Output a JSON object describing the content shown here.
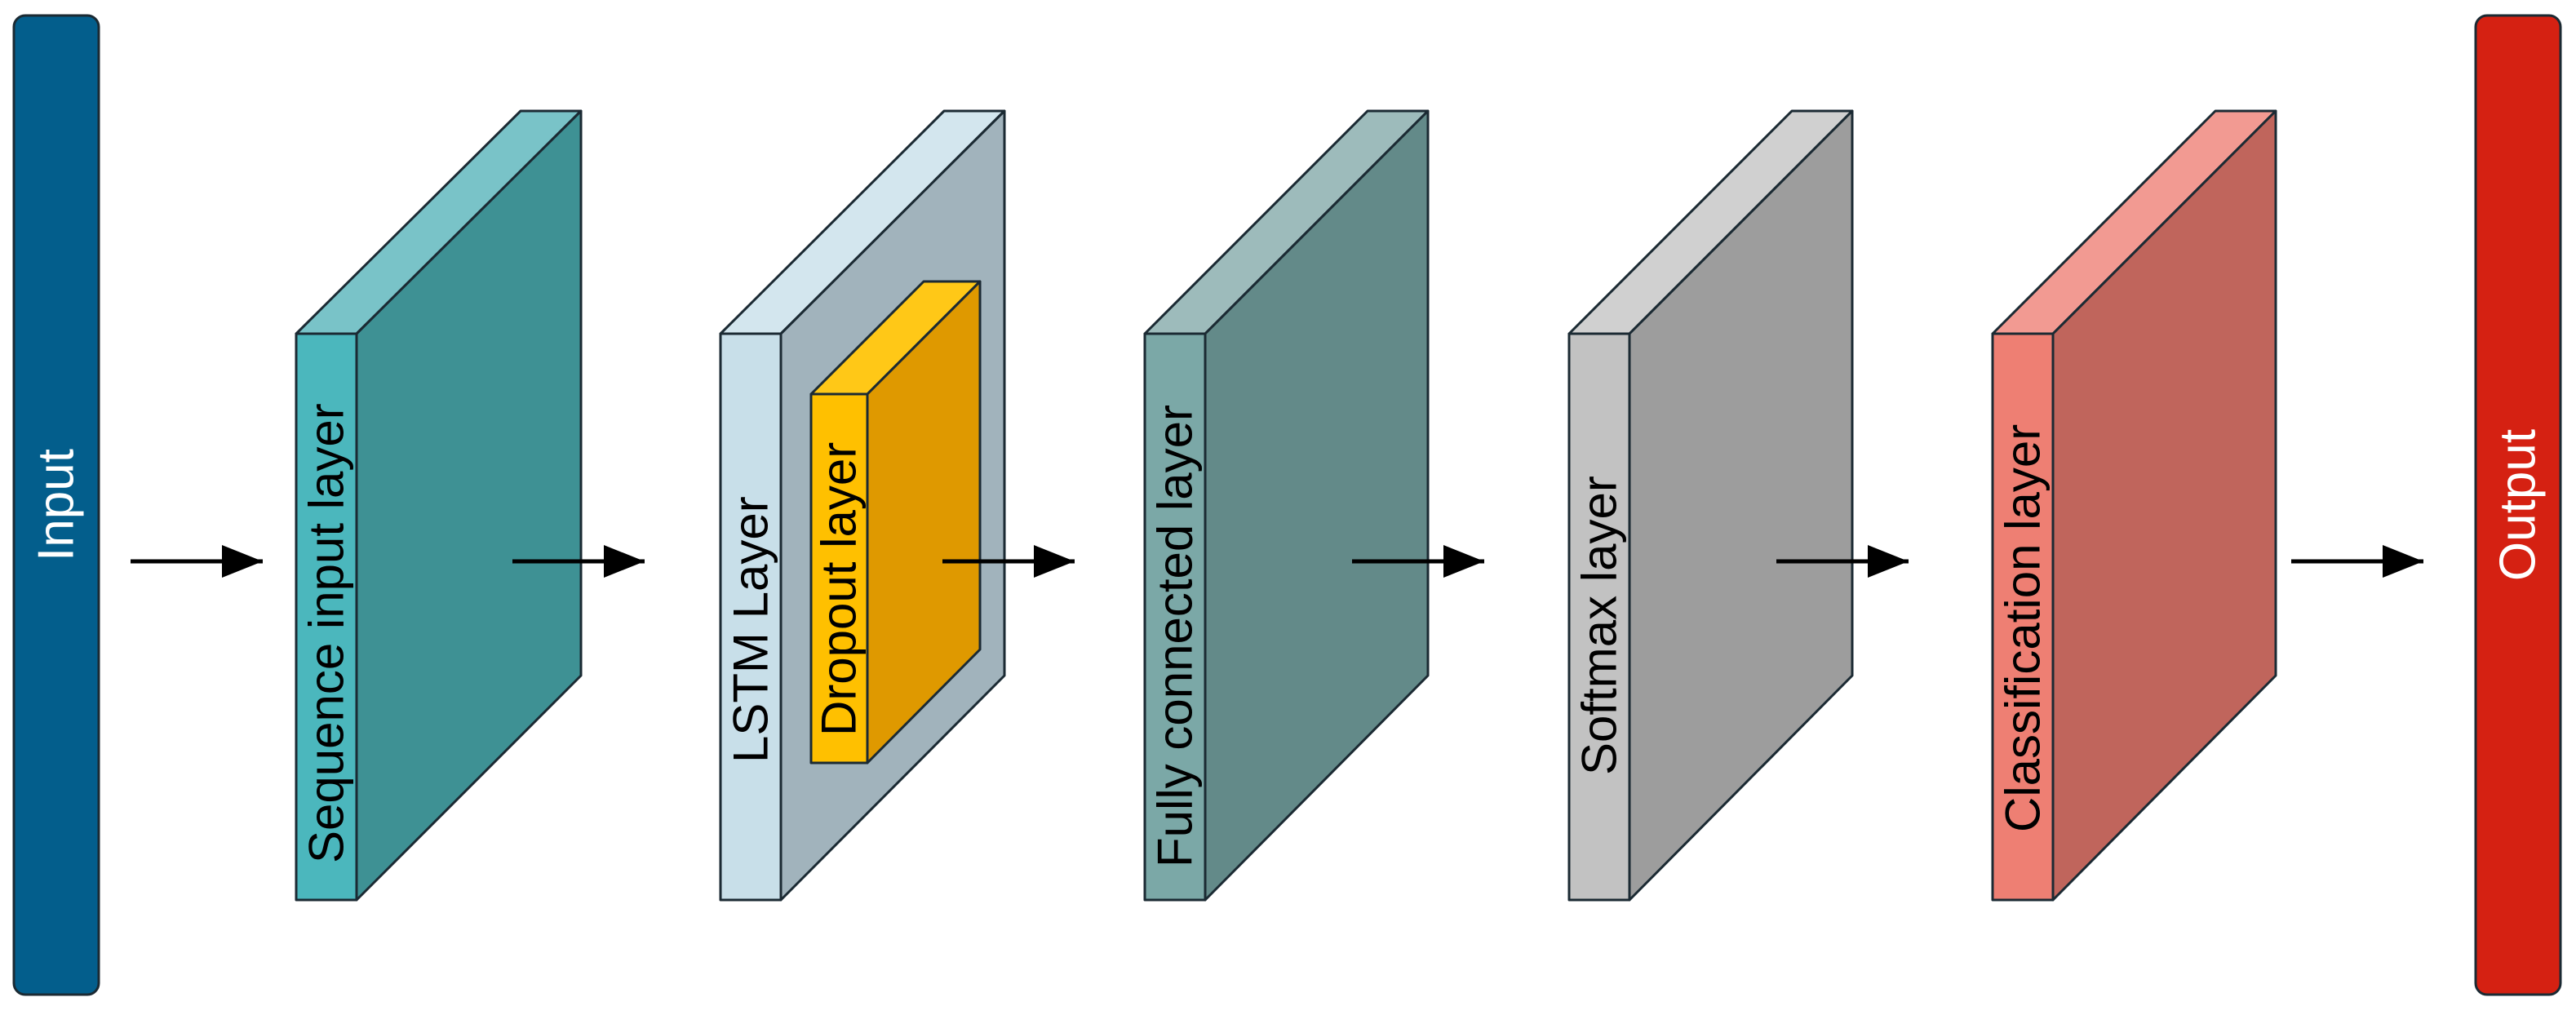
{
  "input": {
    "label": "Input",
    "color": "#035e8c"
  },
  "output": {
    "label": "Output",
    "color": "#d52112"
  },
  "layers": [
    {
      "label": "Sequence input layer",
      "colors": {
        "front": "#4bb7bd",
        "top": "#79c3c8",
        "side": "#3e9194"
      }
    },
    {
      "label": "LSTM Layer",
      "colors": {
        "front": "#c8dfe9",
        "top": "#d3e6ee",
        "side": "#a1b3bc"
      },
      "inner": {
        "label": "Dropout layer",
        "colors": {
          "front": "#ffc000",
          "top": "#ffc817",
          "side": "#df9900"
        }
      }
    },
    {
      "label": "Fully connected layer",
      "colors": {
        "front": "#7ba8a7",
        "top": "#9dbbbb",
        "side": "#638a89"
      }
    },
    {
      "label": "Softmax layer",
      "colors": {
        "front": "#c2c2c2",
        "top": "#d0d0d0",
        "side": "#9d9d9d"
      }
    },
    {
      "label": "Classification layer",
      "colors": {
        "front": "#ee7f73",
        "top": "#f29a92",
        "side": "#c0655c"
      }
    }
  ],
  "arrow_color": "#000000"
}
